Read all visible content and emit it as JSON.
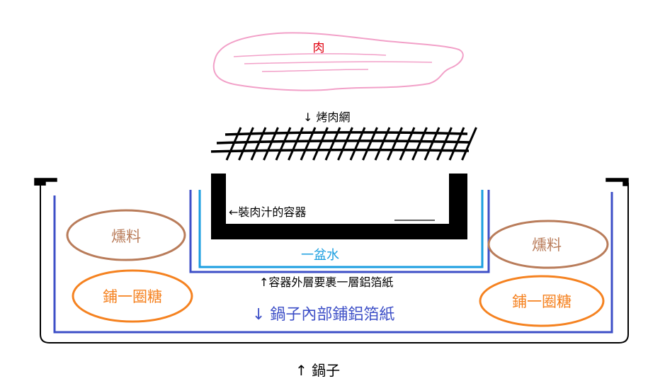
{
  "labels": {
    "meat": "肉",
    "grill": "↓ 烤肉網",
    "container": "←裝肉汁的容器",
    "water": "一盆水",
    "foil_container": "↑容器外層要裹一層鋁箔紙",
    "pot_inside": "↓ 鍋子內部鋪鋁箔紙",
    "pot": "↑ 鍋子",
    "fuel_left": "燻料",
    "fuel_right": "燻料",
    "sugar_left": "鋪一圈糖",
    "sugar_right": "鋪一圈糖"
  },
  "colors": {
    "meat_outline": "#f2a0c8",
    "meat_text": "#e0000f",
    "fuel": "#b97c5a",
    "sugar": "#f58220",
    "foil": "#3d4fc7",
    "water": "#1a9ee0",
    "container": "#000000",
    "pot": "#000000"
  }
}
